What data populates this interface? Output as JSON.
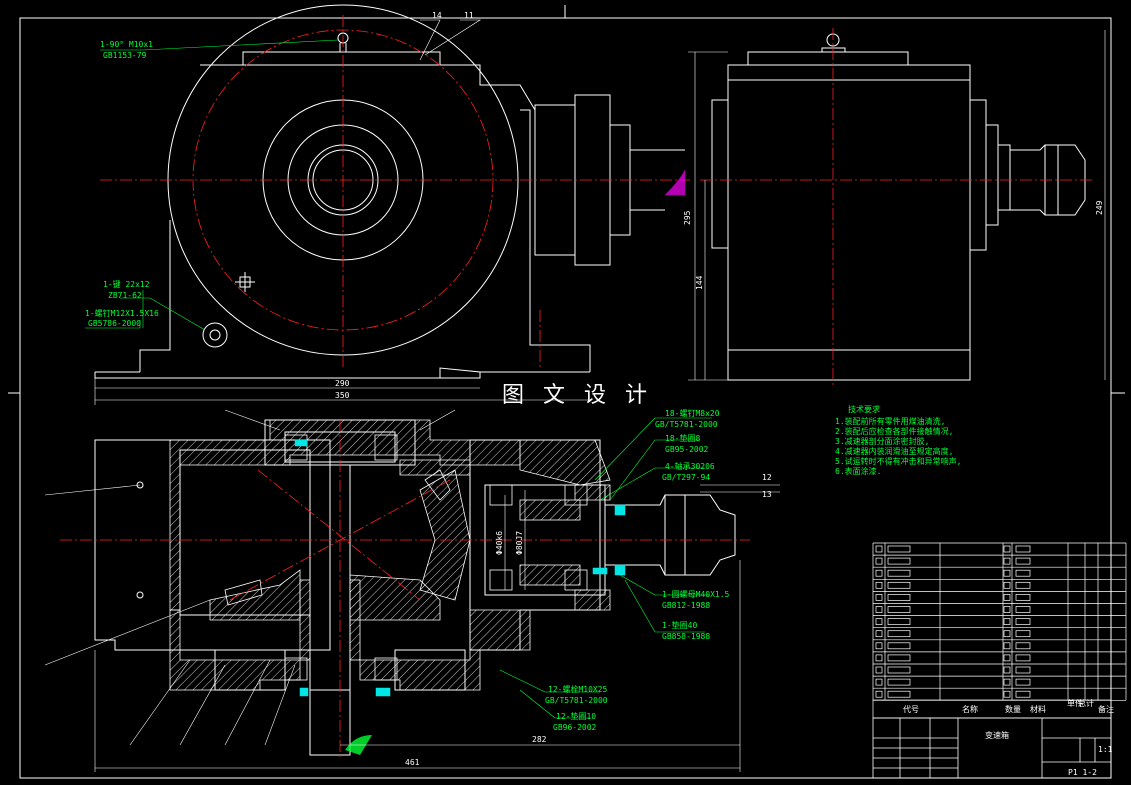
{
  "watermark": "图 文 设 计",
  "top_view_notes": {
    "bolt_top": "1-90° M10x1",
    "bolt_top_std": "GB1153-79",
    "key": "1-键 22x12",
    "key_std": "ZB71-62",
    "screw": "1-螺钉M12X1.5X16",
    "screw_std": "GB5786-2000",
    "balloon_14": "14",
    "balloon_11": "11"
  },
  "dimensions": {
    "d290": "290",
    "d350": "350",
    "d295": "295",
    "d144": "144",
    "d249": "249",
    "d461": "461",
    "d282": "282",
    "phi_a": "Φ40k6",
    "phi_b": "Φ80J7"
  },
  "section_notes": {
    "n1": "18-螺钉M8x20",
    "n1_std": "GB/T5781-2000",
    "n2": "18-垫圈8",
    "n2_std": "GB95-2002",
    "n3": "4-轴承30206",
    "n3_std": "GB/T297-94",
    "n4": "1-圆螺母M40X1.5",
    "n4_std": "GB812-1988",
    "n5": "1-垫圈40",
    "n5_std": "GB858-1988",
    "n6": "12-螺栓M10X25",
    "n6_std": "GB/T5781-2000",
    "n7": "12-垫圈10",
    "n7_std": "GB96-2002",
    "balloon_12": "12",
    "balloon_13": "13"
  },
  "tech_req": {
    "title": "技术要求",
    "lines": [
      "1.装配前所有零件用煤油清洗,",
      "2.装配后应检查各部件接触情况,",
      "3.减速器剖分面涂密封胶,",
      "4.减速器内装润滑油至规定高度,",
      "5.试运转时不得有冲击和异常响声,",
      "6.表面涂漆."
    ]
  },
  "title_block": {
    "drawing_name": "变速箱",
    "drawing_no": "P1 1-2",
    "scale": "1:1",
    "header_no": "代号",
    "header_name": "名称",
    "header_qty": "数量",
    "header_mat": "材料",
    "header_mass": "单件",
    "header_total": "总计",
    "header_note": "备注"
  },
  "colors": {
    "outline": "#ffffff",
    "center": "#ff2020",
    "hatch": "#ffffff",
    "annotation": "#00ff33",
    "cyan": "#00e5e5",
    "magenta": "#ff00ff"
  }
}
